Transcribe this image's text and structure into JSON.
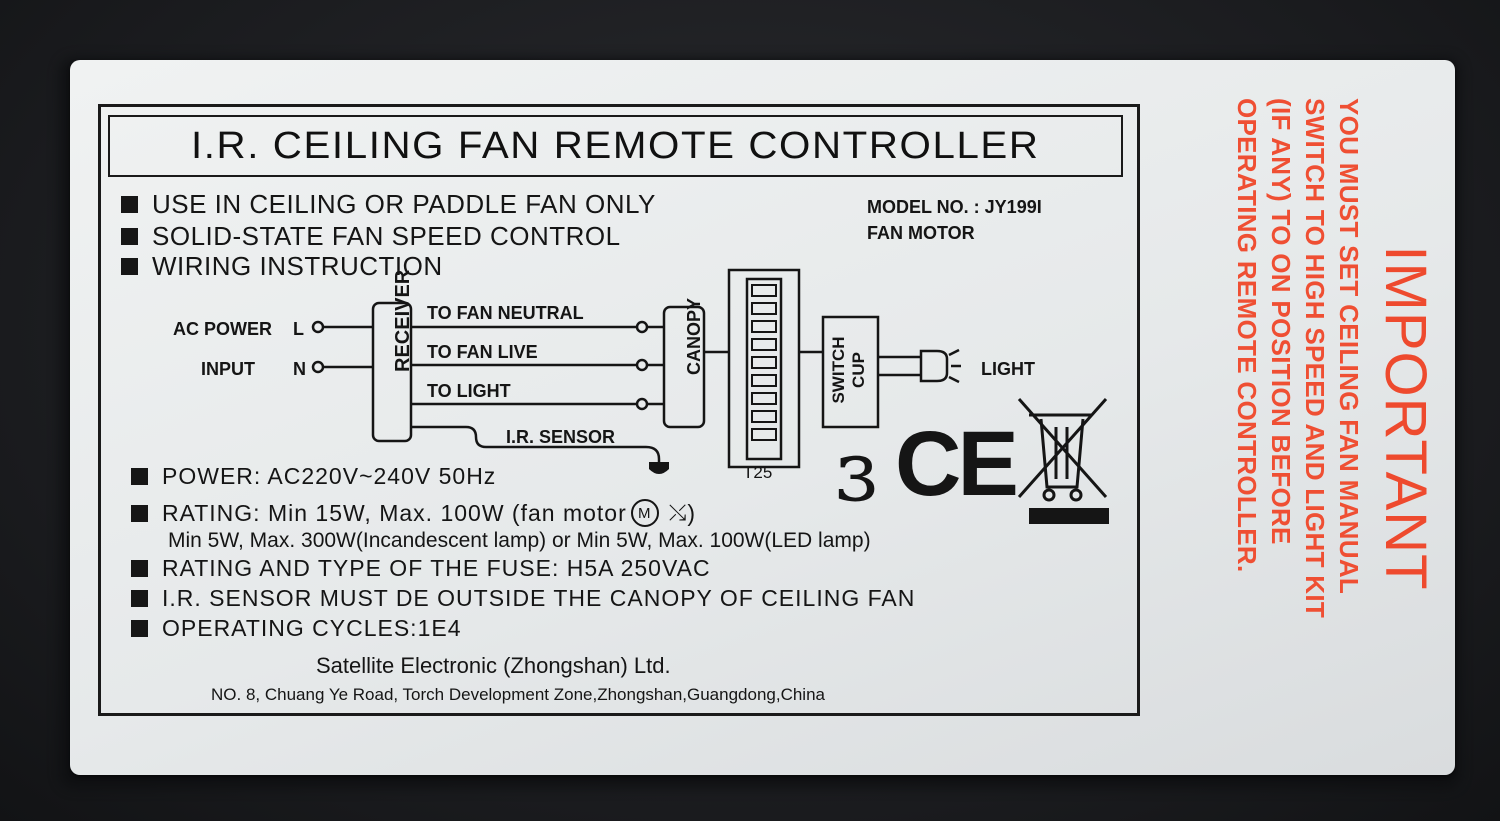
{
  "label": {
    "title": "I.R. CEILING FAN REMOTE CONTROLLER",
    "bullets": [
      "USE IN CEILING OR PADDLE FAN ONLY",
      "SOLID-STATE FAN SPEED CONTROL",
      "WIRING INSTRUCTION"
    ],
    "model": "MODEL NO. : JY199I",
    "model_sub": "FAN MOTOR",
    "diagram": {
      "ac_power": "AC POWER",
      "input": "INPUT",
      "l": "L",
      "n": "N",
      "receiver": "RECEIVER",
      "to_fan_neutral": "TO FAN NEUTRAL",
      "to_fan_live": "TO FAN LIVE",
      "to_light": "TO LIGHT",
      "ir_sensor": "I.R.   SENSOR",
      "canopy": "CANOPY",
      "switch_cup": "SWITCH CUP",
      "light": "LIGHT",
      "t25": "T25"
    },
    "specs": {
      "power": "POWER: AC220V~240V 50Hz",
      "rating_1": "RATING:  Min 15W, Max. 100W (fan motor",
      "rating_1_end": ")",
      "rating_2": "Min 5W, Max. 300W(Incandescent lamp) or Min 5W,  Max. 100W(LED lamp)",
      "fuse": "RATING AND TYPE OF THE FUSE: H5A 250VAC",
      "sensor": "I.R. SENSOR MUST DE OUTSIDE THE CANOPY OF CEILING FAN",
      "cycles": "OPERATING CYCLES:1E4"
    },
    "manufacturer": "Satellite Electronic (Zhongshan)  Ltd.",
    "address": "NO. 8, Chuang Ye Road, Torch Development Zone,Zhongshan,Guangdong,China",
    "marks": {
      "ce": "CE",
      "ce2": "ε",
      "motor": "M"
    }
  },
  "important": {
    "title": "IMPORTANT",
    "lines": [
      "YOU MUST SET CEILING FAN MANUAL",
      "SWITCH TO HIGH SPEED AND LIGHT KIT",
      "(IF ANY) TO ON POSITION BEFORE",
      "OPERATING REMOTE CONTROLLER."
    ]
  },
  "colors": {
    "warning": "#ee4a2e",
    "ink": "#151515",
    "sticker": "#e8ebec"
  }
}
